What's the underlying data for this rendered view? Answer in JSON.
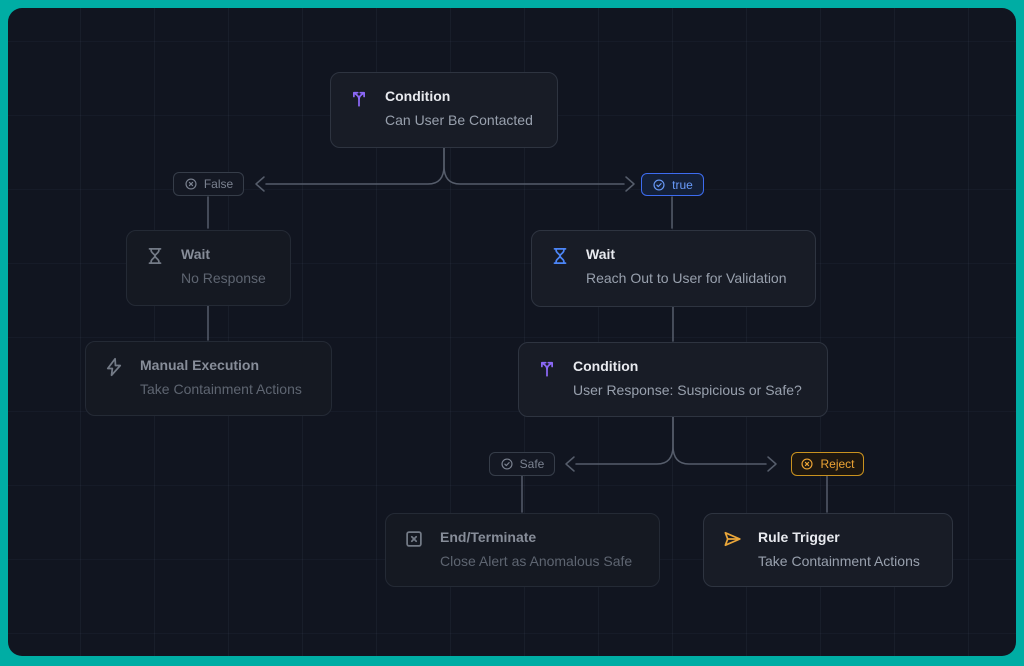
{
  "colors": {
    "frame": "#00ada4",
    "canvas_bg": "#111520",
    "connector": "#565d6b",
    "accent_purple": "#8b68f6",
    "accent_blue": "#4c86f8",
    "accent_amber": "#e9a63a",
    "badge_true_text": "#699af9",
    "badge_reject_text": "#eca435",
    "badge_neutral_text": "#7b8290"
  },
  "flowchart": {
    "nodes": [
      {
        "id": "condition-1",
        "title": "Condition",
        "subtitle": "Can User Be Contacted",
        "icon": "branch-icon",
        "state": "active",
        "accent": "#8b68f6"
      },
      {
        "id": "wait-no-response",
        "title": "Wait",
        "subtitle": "No Response",
        "icon": "hourglass-icon",
        "state": "dimmed"
      },
      {
        "id": "manual-execution",
        "title": "Manual Execution",
        "subtitle": "Take Containment Actions",
        "icon": "bolt-icon",
        "state": "dimmed"
      },
      {
        "id": "wait-validation",
        "title": "Wait",
        "subtitle": "Reach Out to User for Validation",
        "icon": "hourglass-icon",
        "state": "active",
        "accent": "#4c86f8"
      },
      {
        "id": "condition-2",
        "title": "Condition",
        "subtitle": "User Response: Suspicious or Safe?",
        "icon": "branch-icon",
        "state": "active",
        "accent": "#8b68f6"
      },
      {
        "id": "end-terminate",
        "title": "End/Terminate",
        "subtitle": "Close Alert as Anomalous Safe",
        "icon": "square-x-icon",
        "state": "dimmed"
      },
      {
        "id": "rule-trigger",
        "title": "Rule Trigger",
        "subtitle": "Take Containment Actions",
        "icon": "send-icon",
        "state": "active",
        "accent": "#e9a63a"
      }
    ],
    "edge_labels": [
      {
        "id": "false",
        "label": "False",
        "icon": "circle-x-icon",
        "state": "dimmed"
      },
      {
        "id": "true",
        "label": "true",
        "icon": "circle-check-icon",
        "state": "active-blue"
      },
      {
        "id": "safe",
        "label": "Safe",
        "icon": "circle-check-icon",
        "state": "dimmed"
      },
      {
        "id": "reject",
        "label": "Reject",
        "icon": "circle-x-icon",
        "state": "active-amber"
      }
    ],
    "edges": [
      {
        "from": "condition-1",
        "to": "wait-no-response",
        "label": "False"
      },
      {
        "from": "condition-1",
        "to": "wait-validation",
        "label": "true"
      },
      {
        "from": "wait-no-response",
        "to": "manual-execution",
        "label": ""
      },
      {
        "from": "wait-validation",
        "to": "condition-2",
        "label": ""
      },
      {
        "from": "condition-2",
        "to": "end-terminate",
        "label": "Safe"
      },
      {
        "from": "condition-2",
        "to": "rule-trigger",
        "label": "Reject"
      }
    ]
  }
}
